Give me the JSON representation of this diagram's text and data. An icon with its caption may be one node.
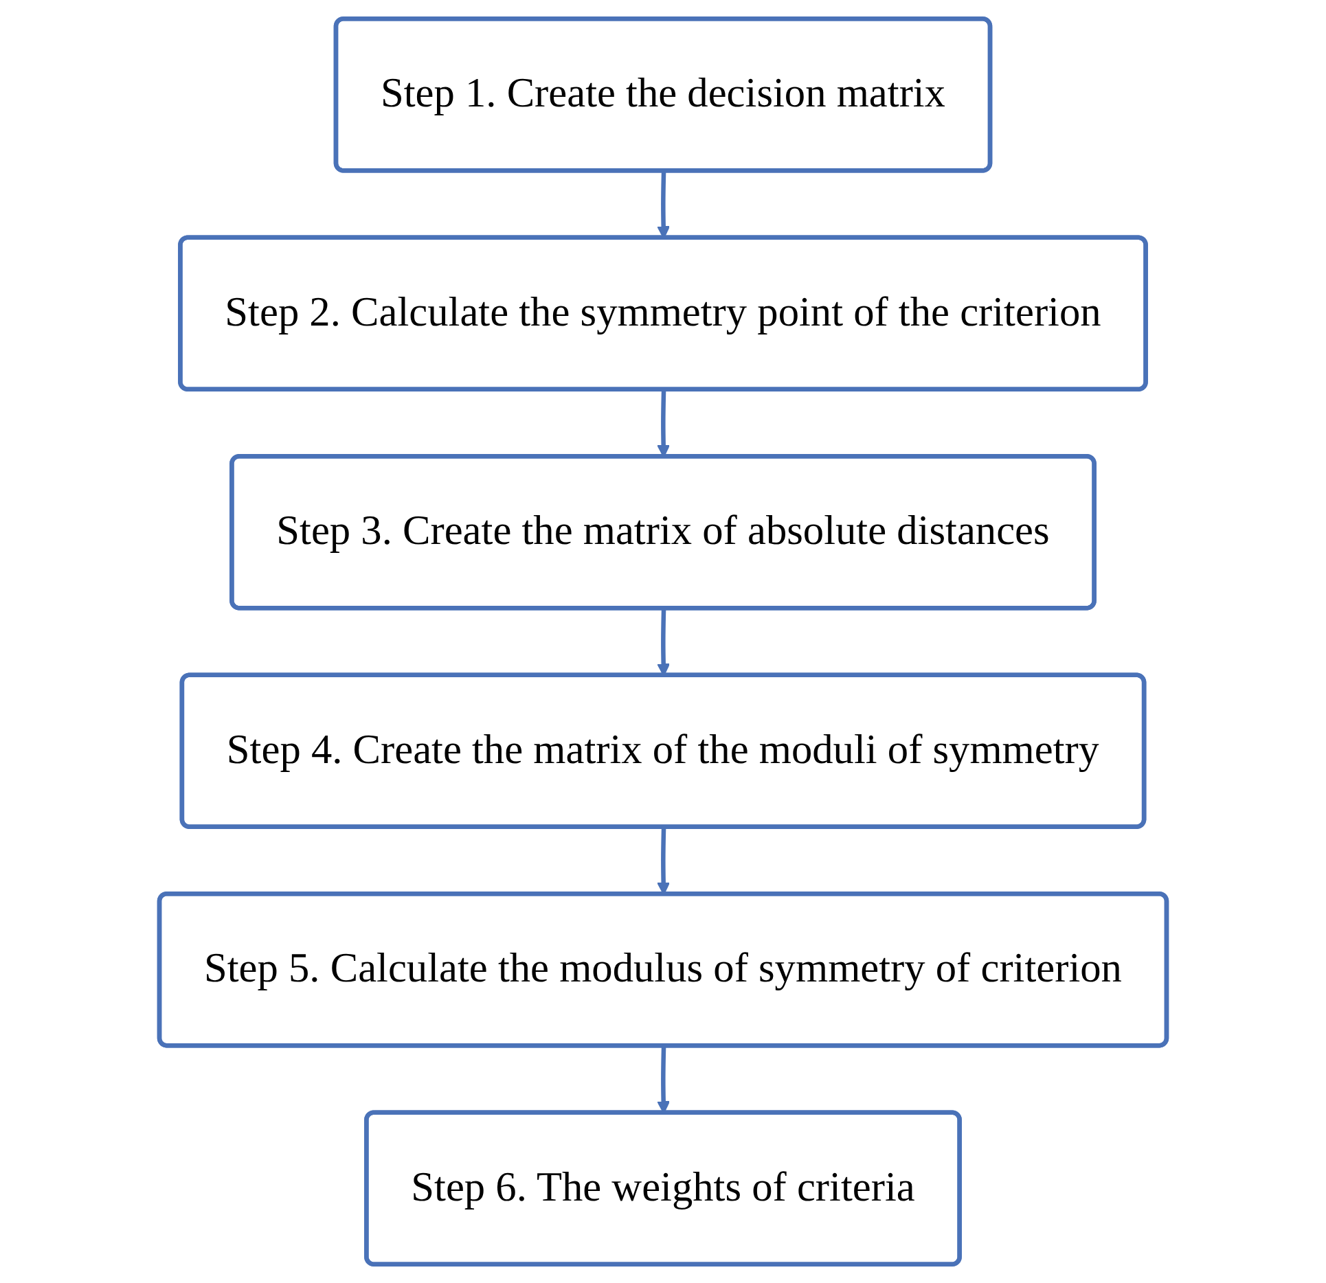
{
  "diagram": {
    "nodes": [
      {
        "text": [
          "Step 1. Create the decision matrix"
        ]
      },
      {
        "text": [
          "Step 2. Calculate the symmetry point of the criterion"
        ]
      },
      {
        "text": [
          "Step 3. Create the matrix of absolute distances"
        ]
      },
      {
        "text": [
          "Step 4. Create the matrix of the moduli of symmetry"
        ]
      },
      {
        "text": [
          "Step 5. Calculate the modulus of symmetry of criterion"
        ]
      },
      {
        "text": [
          "Step 6. The weights of criteria"
        ]
      }
    ],
    "edges": [
      {
        "from": 0,
        "to": 1,
        "arrow": "to"
      },
      {
        "from": 1,
        "to": 2,
        "arrow": "to"
      },
      {
        "from": 2,
        "to": 3,
        "arrow": "to"
      },
      {
        "from": 3,
        "to": 4,
        "arrow": "to"
      },
      {
        "from": 4,
        "to": 5,
        "arrow": "to"
      }
    ]
  }
}
